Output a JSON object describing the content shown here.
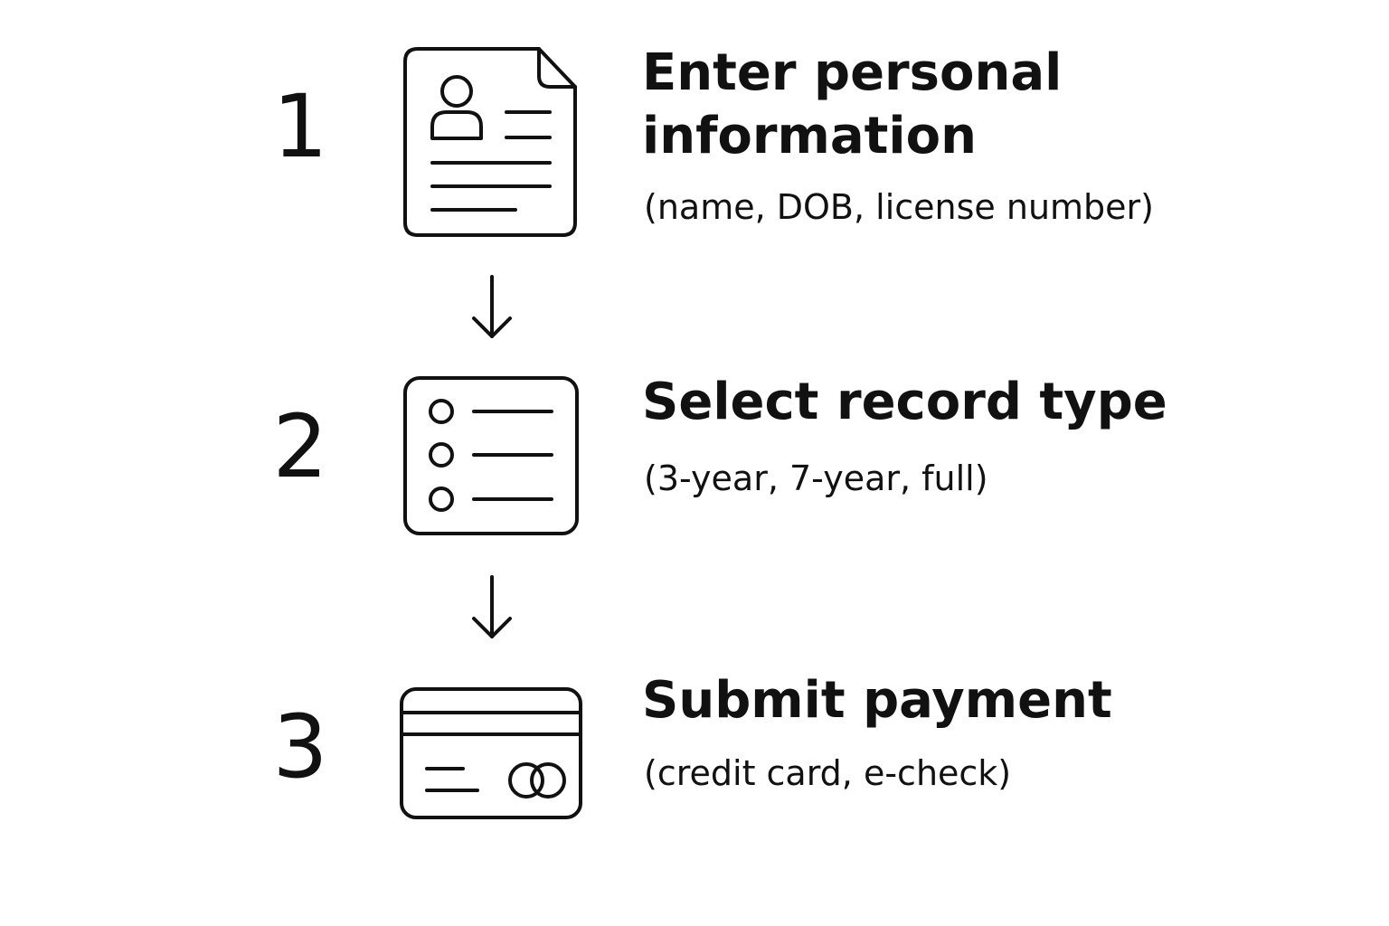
{
  "steps": [
    {
      "number": "1",
      "title": "Enter personal\ninformation",
      "detail": "(name, DOB, license number)",
      "icon": "personal-info-document-icon"
    },
    {
      "number": "2",
      "title": "Select record type",
      "detail": "(3-year, 7-year, full)",
      "icon": "record-type-list-icon"
    },
    {
      "number": "3",
      "title": "Submit payment",
      "detail": "(credit card, e-check)",
      "icon": "credit-card-icon"
    }
  ],
  "connectors": [
    "down-arrow-icon",
    "down-arrow-icon"
  ],
  "colors": {
    "ink": "#111111",
    "background": "#ffffff"
  }
}
